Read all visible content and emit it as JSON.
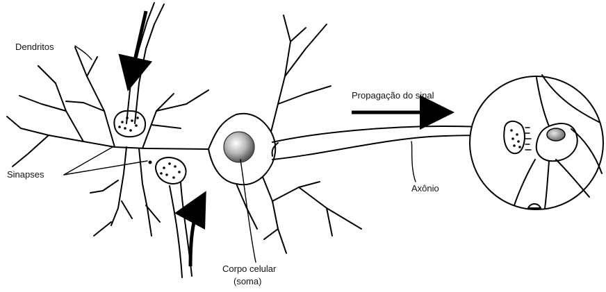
{
  "labels": {
    "dendritos": "Dendritos",
    "sinapses": "Sinapses",
    "propagacao": "Propagação do sinal",
    "axonio": "Axônio",
    "corpo_line1": "Corpo celular",
    "corpo_line2": "(soma)"
  }
}
